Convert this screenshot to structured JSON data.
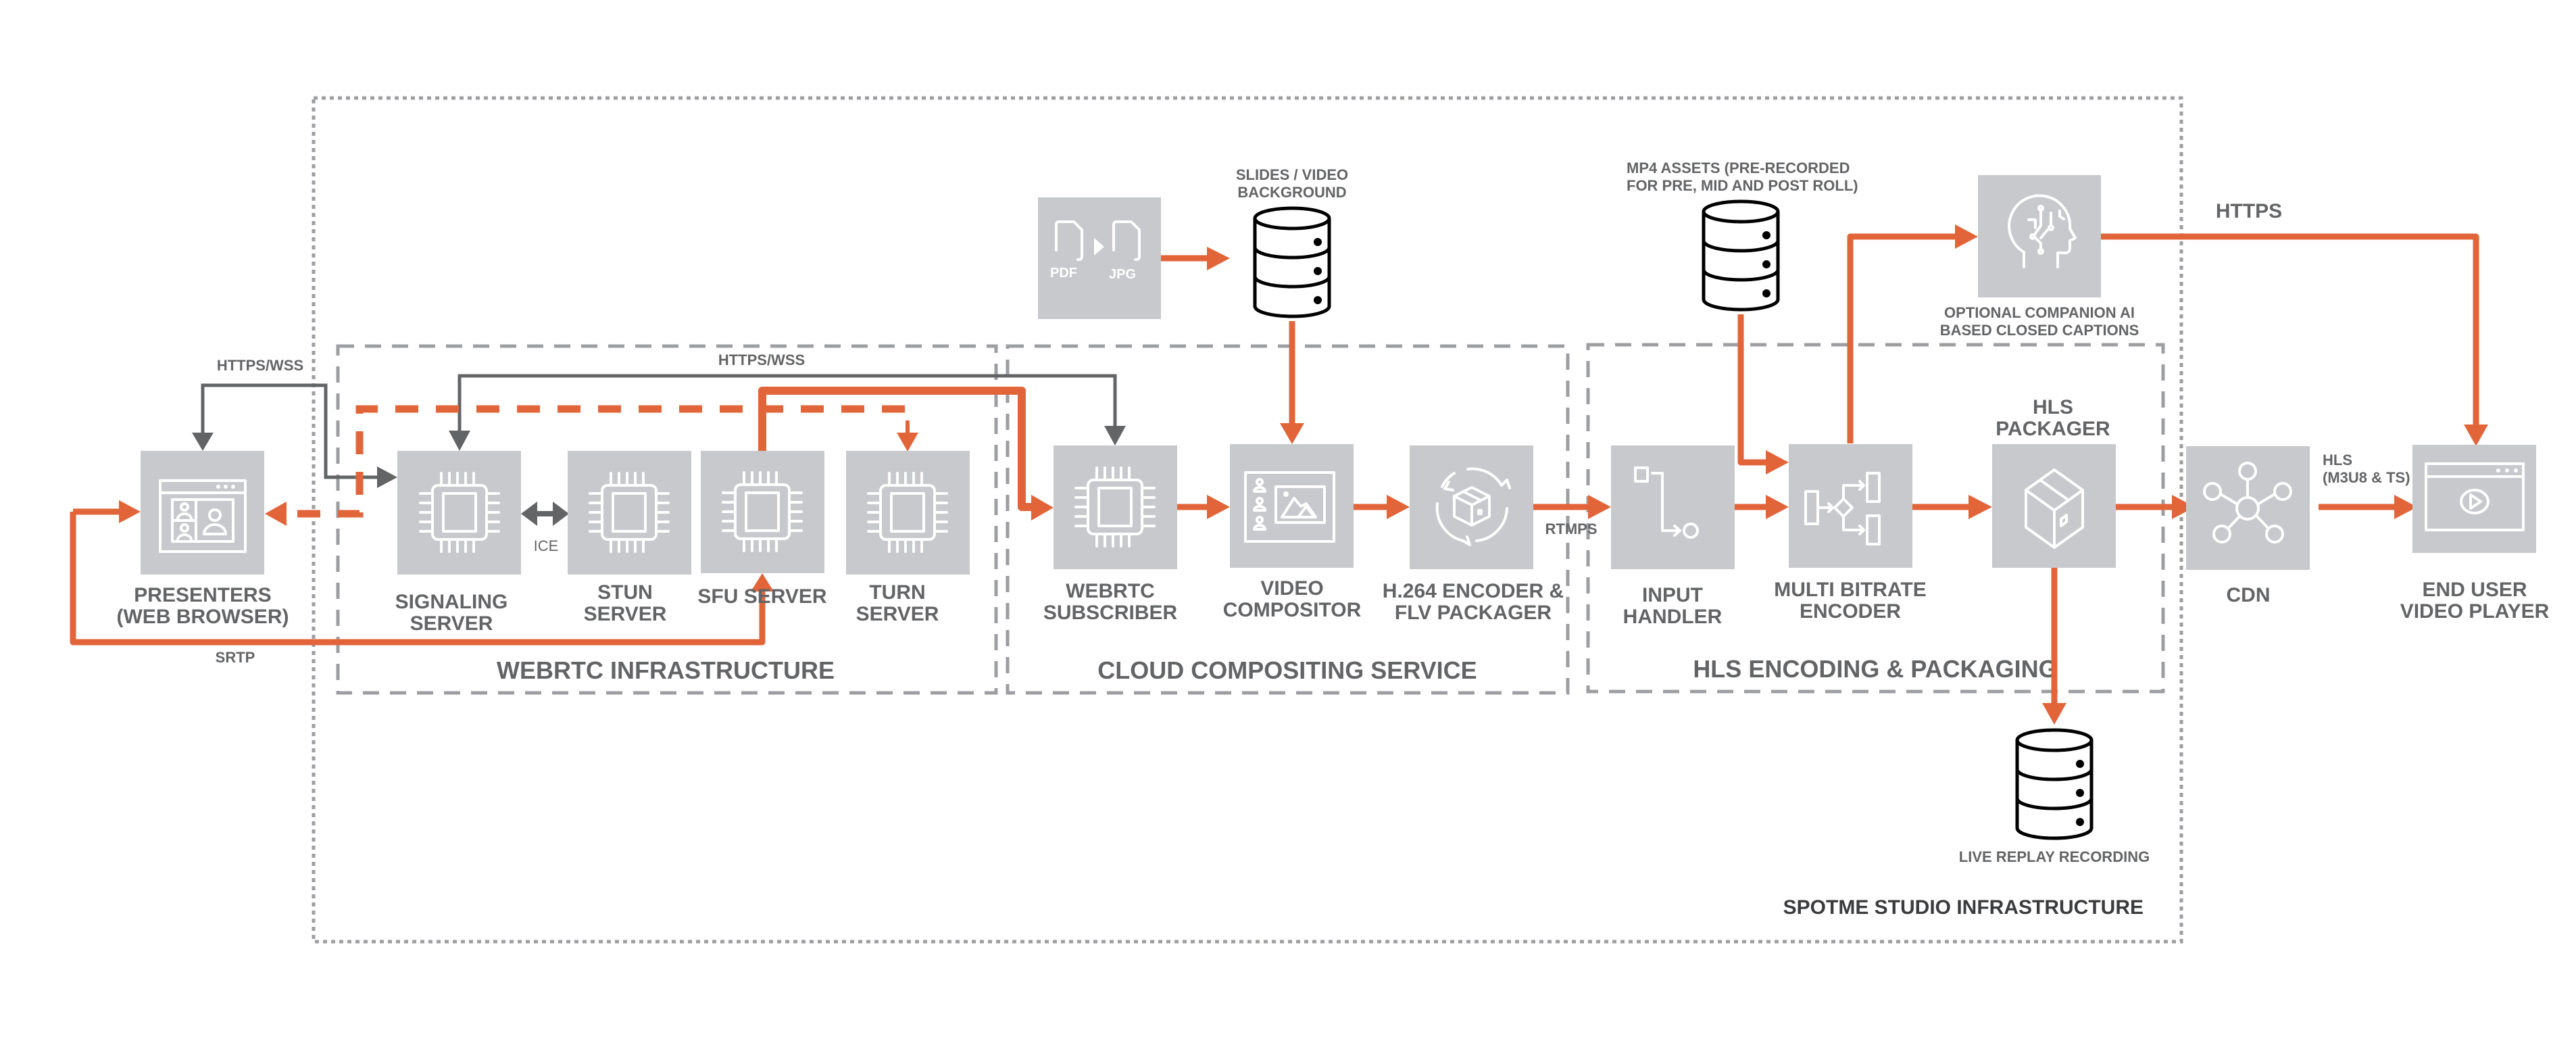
{
  "colors": {
    "accent_orange": "#e2653a",
    "connector_gray": "#636466",
    "node_gray": "#c8c9cd",
    "text_gray": "#636466",
    "group_border": "#9d9ea1"
  },
  "groups": {
    "outer": "SPOTME STUDIO INFRASTRUCTURE",
    "webrtc": "WEBRTC INFRASTRUCTURE",
    "cloud": "CLOUD COMPOSITING SERVICE",
    "hls": "HLS ENCODING & PACKAGING"
  },
  "nodes": {
    "presenters": {
      "line1": "PRESENTERS",
      "line2": "(WEB BROWSER)",
      "icon": "browser-video-call-icon"
    },
    "signaling": {
      "line1": "SIGNALING",
      "line2": "SERVER",
      "icon": "cpu-chip-icon"
    },
    "stun": {
      "line1": "STUN",
      "line2": "SERVER",
      "icon": "cpu-chip-icon"
    },
    "sfu": {
      "line1": "SFU SERVER",
      "icon": "cpu-chip-icon"
    },
    "turn": {
      "line1": "TURN",
      "line2": "SERVER",
      "icon": "cpu-chip-icon"
    },
    "pdf_converter": {
      "pdf": "PDF",
      "jpg": "JPG",
      "icon": "pdf-to-jpg-icon"
    },
    "slides_db": {
      "line1": "SLIDES / VIDEO",
      "line2": "BACKGROUND",
      "icon": "database-icon"
    },
    "webrtc_subscriber": {
      "line1": "WEBRTC",
      "line2": "SUBSCRIBER",
      "icon": "cpu-chip-icon"
    },
    "video_compositor": {
      "line1": "VIDEO",
      "line2": "COMPOSITOR",
      "icon": "video-layout-icon"
    },
    "h264_encoder": {
      "line1": "H.264 ENCODER &",
      "line2": "FLV PACKAGER",
      "icon": "box-cycle-icon"
    },
    "mp4_db": {
      "line1": "MP4 ASSETS (PRE-RECORDED",
      "line2": "FOR PRE, MID AND POST ROLL)",
      "icon": "database-icon"
    },
    "ai_captions": {
      "line1": "OPTIONAL COMPANION AI",
      "line2": "BASED CLOSED CAPTIONS",
      "icon": "ai-brain-icon"
    },
    "input_handler": {
      "line1": "INPUT",
      "line2": "HANDLER",
      "icon": "flow-route-icon"
    },
    "mbr_encoder": {
      "line1": "MULTI BITRATE",
      "line2": "ENCODER",
      "icon": "branch-split-icon"
    },
    "hls_packager": {
      "line1": "HLS",
      "line2": "PACKAGER",
      "icon": "package-box-icon"
    },
    "replay_db": {
      "line1": "LIVE REPLAY RECORDING",
      "icon": "database-icon"
    },
    "cdn": {
      "line1": "CDN",
      "icon": "network-hub-icon"
    },
    "video_player": {
      "line1": "END USER",
      "line2": "VIDEO PLAYER",
      "icon": "browser-play-icon"
    }
  },
  "connections": {
    "https_wss_presenter": "HTTPS/WSS",
    "https_wss_subscriber": "HTTPS/WSS",
    "ice": "ICE",
    "srtp": "SRTP",
    "rtmps": "RTMPS",
    "https_player": "HTTPS",
    "hls_line1": "HLS",
    "hls_line2": "(M3U8 & TS)"
  }
}
